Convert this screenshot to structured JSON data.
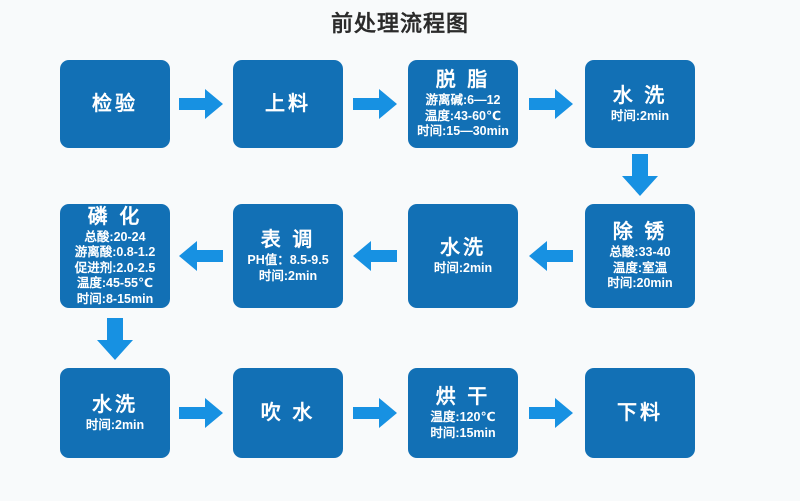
{
  "title": "前处理流程图",
  "colors": {
    "box_fill": "#1270b5",
    "arrow_fill": "#1791e2",
    "background": "#f8fafb",
    "title_text": "#2b2b2b",
    "box_text": "#ffffff"
  },
  "icons": {
    "arrow_right": "block-arrow-right",
    "arrow_left": "block-arrow-left",
    "arrow_down": "block-arrow-down"
  },
  "boxes": {
    "jianyan": {
      "label": "检验"
    },
    "shangliao": {
      "label": "上料"
    },
    "tuozhi": {
      "label": "脱 脂",
      "details": [
        "游离碱:6—12",
        "温度:43-60℃",
        "时间:15—30min"
      ]
    },
    "shuixi1": {
      "label": "水 洗",
      "details": [
        "时间:2min"
      ]
    },
    "chuxiu": {
      "label": "除 锈",
      "details": [
        "总酸:33-40",
        "温度:室温",
        "时间:20min"
      ]
    },
    "shuixi2": {
      "label": "水洗",
      "details": [
        "时间:2min"
      ]
    },
    "biaotiao": {
      "label": "表 调",
      "details": [
        "PH值：8.5-9.5",
        "时间:2min"
      ]
    },
    "linhua": {
      "label": "磷 化",
      "details": [
        "总酸:20-24",
        "游离酸:0.8-1.2",
        "促进剂:2.0-2.5",
        "温度:45-55℃",
        "时间:8-15min"
      ]
    },
    "shuixi3": {
      "label": "水洗",
      "details": [
        "时间:2min"
      ]
    },
    "chuishui": {
      "label": "吹 水"
    },
    "honggan": {
      "label": "烘 干",
      "details": [
        "温度:120℃",
        "时间:15min"
      ]
    },
    "xialiao": {
      "label": "下料"
    }
  }
}
